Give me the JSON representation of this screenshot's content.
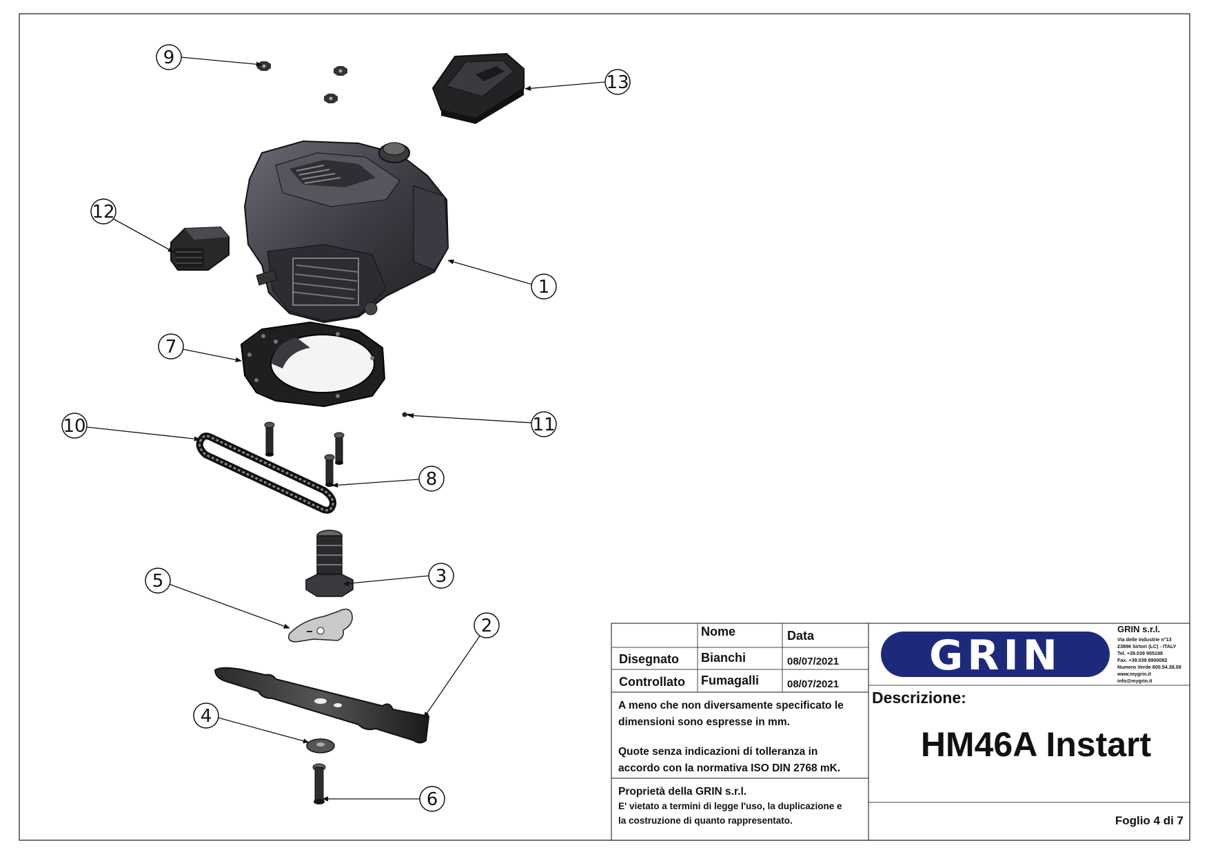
{
  "drawing": {
    "callouts": [
      "1",
      "2",
      "3",
      "4",
      "5",
      "6",
      "7",
      "8",
      "9",
      "10",
      "11",
      "12",
      "13"
    ]
  },
  "title_block": {
    "header_nome": "Nome",
    "header_data": "Data",
    "row1_label": "Disegnato",
    "row1_name": "Bianchi",
    "row1_date": "08/07/2021",
    "row2_label": "Controllato",
    "row2_name": "Fumagalli",
    "row2_date": "08/07/2021",
    "note1_line1": "A meno che non diversamente specificato le",
    "note1_line2": "dimensioni sono espresse in mm.",
    "note2_line1": "Quote senza indicazioni di tolleranza in",
    "note2_line2": "accordo con la normativa ISO DIN 2768 mK.",
    "prop_line1": "Proprietà della GRIN s.r.l.",
    "prop_line2": "E' vietato a termini di legge l'uso, la duplicazione e",
    "prop_line3": "la costruzione di quanto rappresentato.",
    "logo_text": "GRIN",
    "company_name": "GRIN s.r.l.",
    "company_lines": [
      "Via delle Industrie n°13",
      "23896 Sirtori (LC) - ITALY",
      "Tel. +39.039 955198",
      "Fax. +39.039 8900082",
      "Numero Verde 800.54.38.58",
      "www.mygrin.it",
      "info@mygrin.it"
    ],
    "descrizione_label": "Descrizione:",
    "product_title": "HM46A Instart",
    "sheet_label": "Foglio 4 di 7"
  },
  "colors": {
    "logo_blue": "#1d2a7c",
    "part_dark": "#2b2b2e",
    "engine_grey": "#4a4a52"
  }
}
